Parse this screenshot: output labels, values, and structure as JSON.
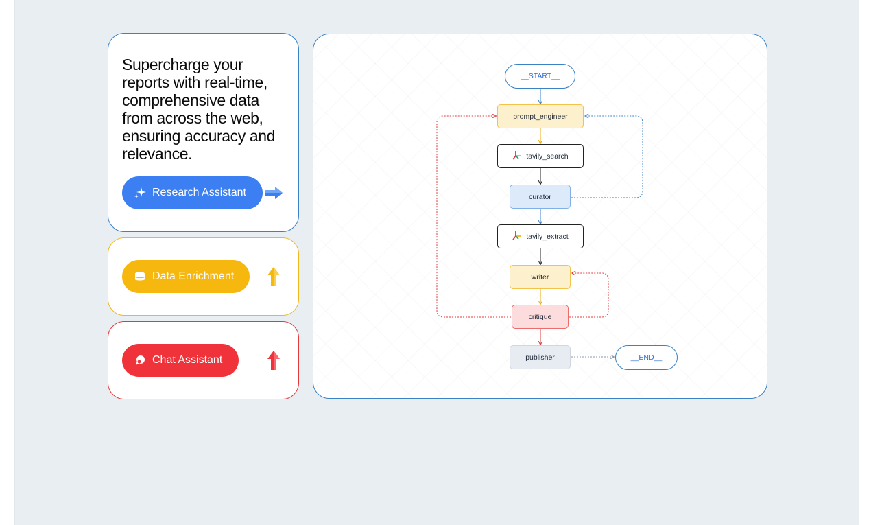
{
  "hero": {
    "headline": "Supercharge your reports with real-time, comprehensive data from across the web, ensuring accuracy and relevance."
  },
  "buttons": {
    "research": "Research Assistant",
    "enrichment": "Data Enrichment",
    "chat": "Chat Assistant"
  },
  "graph": {
    "start": "__START__",
    "prompt_engineer": "prompt_engineer",
    "tavily_search": "tavily_search",
    "curator": "curator",
    "tavily_extract": "tavily_extract",
    "writer": "writer",
    "critique": "critique",
    "publisher": "publisher",
    "end": "__END__"
  },
  "colors": {
    "blue": "#3b7ff2",
    "yellow": "#f6b70e",
    "red": "#f0333a",
    "canvas": "#e9eef3"
  },
  "icons": {
    "research": "sparkles-icon",
    "enrichment": "database-icon",
    "chat": "chat-bubble-icon",
    "tool": "tavily-logo-icon"
  }
}
